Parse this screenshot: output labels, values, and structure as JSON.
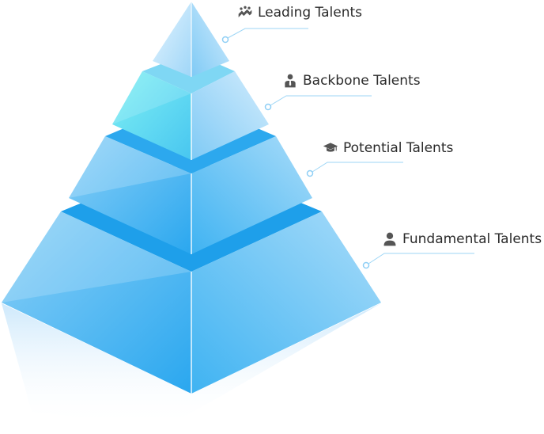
{
  "pyramid": {
    "levels": [
      {
        "label": "Leading Talents",
        "icon": "group-trend-icon"
      },
      {
        "label": "Backbone Talents",
        "icon": "businessman-icon"
      },
      {
        "label": "Potential Talents",
        "icon": "graduation-cap-icon"
      },
      {
        "label": "Fundamental Talents",
        "icon": "person-icon"
      }
    ]
  },
  "colors": {
    "light": "#bfe4fb",
    "mid": "#5fc0f3",
    "deep": "#1aa2ee",
    "teal": "#6ee3f0",
    "leader_line": "#9ed6f6",
    "text": "#2b2b2b",
    "icon": "#555555"
  }
}
